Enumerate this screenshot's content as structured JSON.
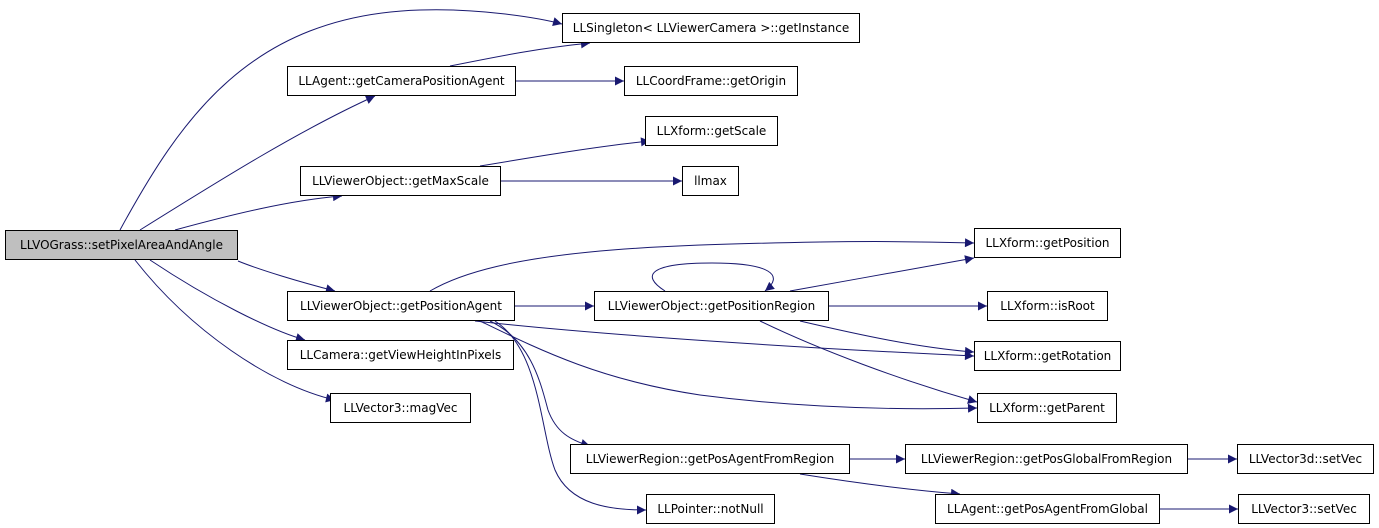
{
  "graph": {
    "root": "LLVOGrass::setPixelAreaAndAngle",
    "colors": {
      "edge": "#191970",
      "node_border": "#000000",
      "root_fill": "#bfbfbf",
      "node_fill": "#ffffff"
    },
    "nodes": {
      "n_root": "LLVOGrass::setPixelAreaAndAngle",
      "n_singleton": "LLSingleton< LLViewerCamera >::getInstance",
      "n_camPos": "LLAgent::getCameraPositionAgent",
      "n_getOrigin": "LLCoordFrame::getOrigin",
      "n_getScale": "LLXform::getScale",
      "n_maxScale": "LLViewerObject::getMaxScale",
      "n_llmax": "llmax",
      "n_getPosition": "LLXform::getPosition",
      "n_posAgent": "LLViewerObject::getPositionAgent",
      "n_posRegion": "LLViewerObject::getPositionRegion",
      "n_isRoot": "LLXform::isRoot",
      "n_viewHeight": "LLCamera::getViewHeightInPixels",
      "n_getRotation": "LLXform::getRotation",
      "n_magVec": "LLVector3::magVec",
      "n_getParent": "LLXform::getParent",
      "n_posAgentFromRegion": "LLViewerRegion::getPosAgentFromRegion",
      "n_posGlobalFromRegion": "LLViewerRegion::getPosGlobalFromRegion",
      "n_v3dSetVec": "LLVector3d::setVec",
      "n_notNull": "LLPointer::notNull",
      "n_posAgentFromGlobal": "LLAgent::getPosAgentFromGlobal",
      "n_v3SetVec": "LLVector3::setVec"
    },
    "edges": [
      [
        "n_root",
        "n_singleton"
      ],
      [
        "n_root",
        "n_camPos"
      ],
      [
        "n_root",
        "n_maxScale"
      ],
      [
        "n_root",
        "n_posAgent"
      ],
      [
        "n_root",
        "n_viewHeight"
      ],
      [
        "n_root",
        "n_magVec"
      ],
      [
        "n_camPos",
        "n_singleton"
      ],
      [
        "n_camPos",
        "n_getOrigin"
      ],
      [
        "n_maxScale",
        "n_getScale"
      ],
      [
        "n_maxScale",
        "n_llmax"
      ],
      [
        "n_posAgent",
        "n_getPosition"
      ],
      [
        "n_posAgent",
        "n_posRegion"
      ],
      [
        "n_posAgent",
        "n_getRotation"
      ],
      [
        "n_posAgent",
        "n_getParent"
      ],
      [
        "n_posAgent",
        "n_posAgentFromRegion"
      ],
      [
        "n_posAgent",
        "n_notNull"
      ],
      [
        "n_posRegion",
        "n_posRegion"
      ],
      [
        "n_posRegion",
        "n_getPosition"
      ],
      [
        "n_posRegion",
        "n_isRoot"
      ],
      [
        "n_posRegion",
        "n_getRotation"
      ],
      [
        "n_posRegion",
        "n_getParent"
      ],
      [
        "n_posAgentFromRegion",
        "n_posGlobalFromRegion"
      ],
      [
        "n_posAgentFromRegion",
        "n_posAgentFromGlobal"
      ],
      [
        "n_posGlobalFromRegion",
        "n_v3dSetVec"
      ],
      [
        "n_posAgentFromGlobal",
        "n_v3SetVec"
      ]
    ]
  }
}
